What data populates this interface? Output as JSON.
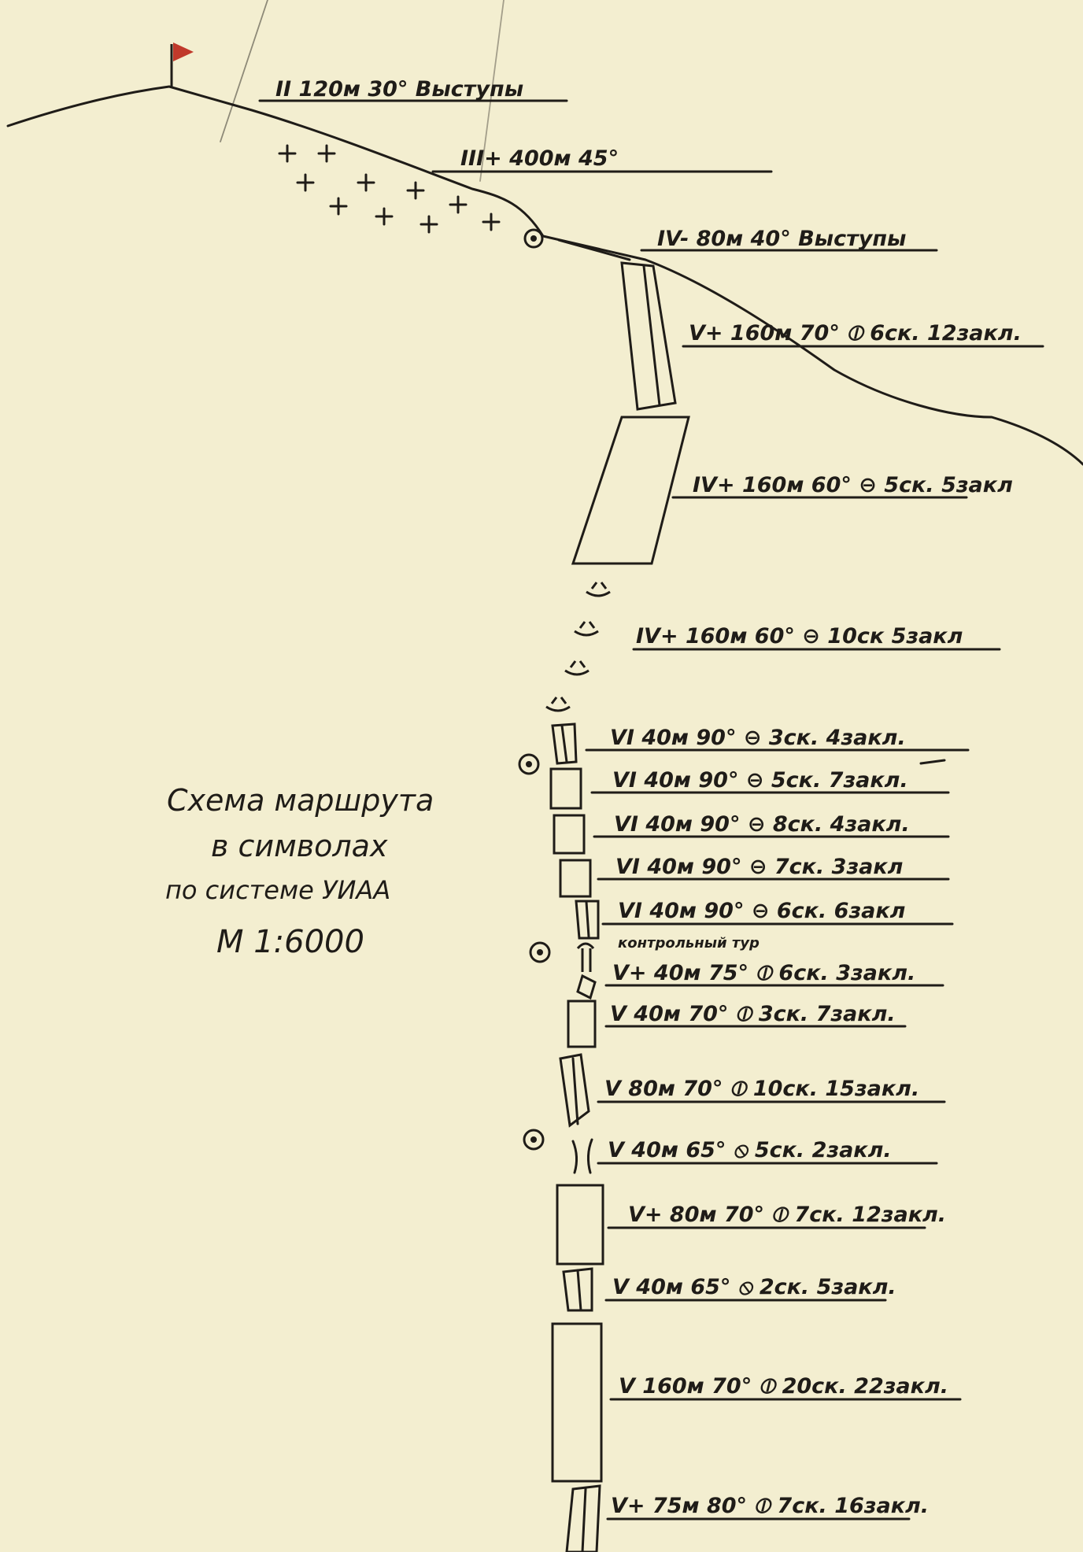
{
  "title": {
    "line1": "Схема маршрута",
    "line2": "в символах",
    "line3": "по системе УИАА",
    "scale": "М 1:6000"
  },
  "pitches": [
    {
      "label": "II 120м 30° Выступы"
    },
    {
      "label": "III+ 400м 45°"
    },
    {
      "label": "IV- 80м 40° Выступы"
    },
    {
      "label": "V+ 160м 70° ⦶ 6ск. 12закл."
    },
    {
      "label": "IV+ 160м 60° ⊖ 5ск. 5закл"
    },
    {
      "label": "IV+ 160м 60° ⊖ 10ск 5закл"
    },
    {
      "label": "VI 40м 90° ⊖ 3ск. 4закл."
    },
    {
      "label": "VI 40м 90° ⊖ 5ск. 7закл."
    },
    {
      "label": "VI 40м 90° ⊖ 8ск. 4закл."
    },
    {
      "label": "VI 40м 90° ⊖ 7ск. 3закл"
    },
    {
      "label": "VI 40м 90° ⊖ 6ск. 6закл"
    },
    {
      "label": "V+ 40м 75° ⦶ 6ск. 3закл."
    },
    {
      "label": "V 40м 70° ⦶ 3ск. 7закл."
    },
    {
      "label": "V 80м 70° ⦶ 10ск. 15закл."
    },
    {
      "label": "V 40м 65° ⦸ 5ск. 2закл."
    },
    {
      "label": "V+ 80м 70° ⦶ 7ск. 12закл."
    },
    {
      "label": "V 40м 65° ⦸ 2ск. 5закл."
    },
    {
      "label": "V 160м 70° ⦶ 20ск. 22закл."
    },
    {
      "label": "V+ 75м 80° ⦶ 7ск. 16закл."
    }
  ],
  "control_point": "контрольный тур",
  "colors": {
    "ink": "#1f1c18",
    "paper": "#f3eed0",
    "flag": "#c0392b"
  }
}
